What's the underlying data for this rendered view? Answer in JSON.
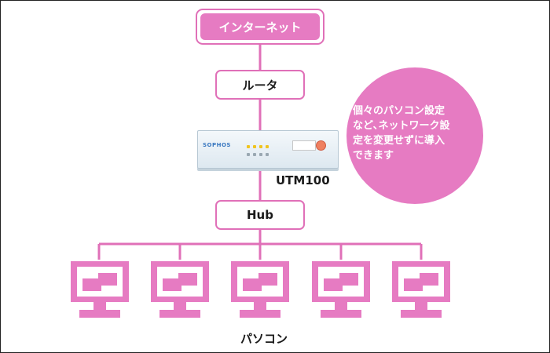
{
  "colors": {
    "accent_pink": "#e67bc2",
    "line_pink": "#e070b8",
    "text_dark": "#1a1a1a"
  },
  "nodes": {
    "internet": "インターネット",
    "router": "ルータ",
    "device": "UTM100",
    "hub": "Hub",
    "pcs": "パソコン"
  },
  "device_brand": "SOPHOS",
  "callout": "個々のパソコン設定\nなど､ネットワーク設\n定を変更せずに導入\nできます",
  "pc_icons": [
    "monitor-icon",
    "monitor-icon",
    "monitor-icon",
    "monitor-icon",
    "monitor-icon"
  ]
}
